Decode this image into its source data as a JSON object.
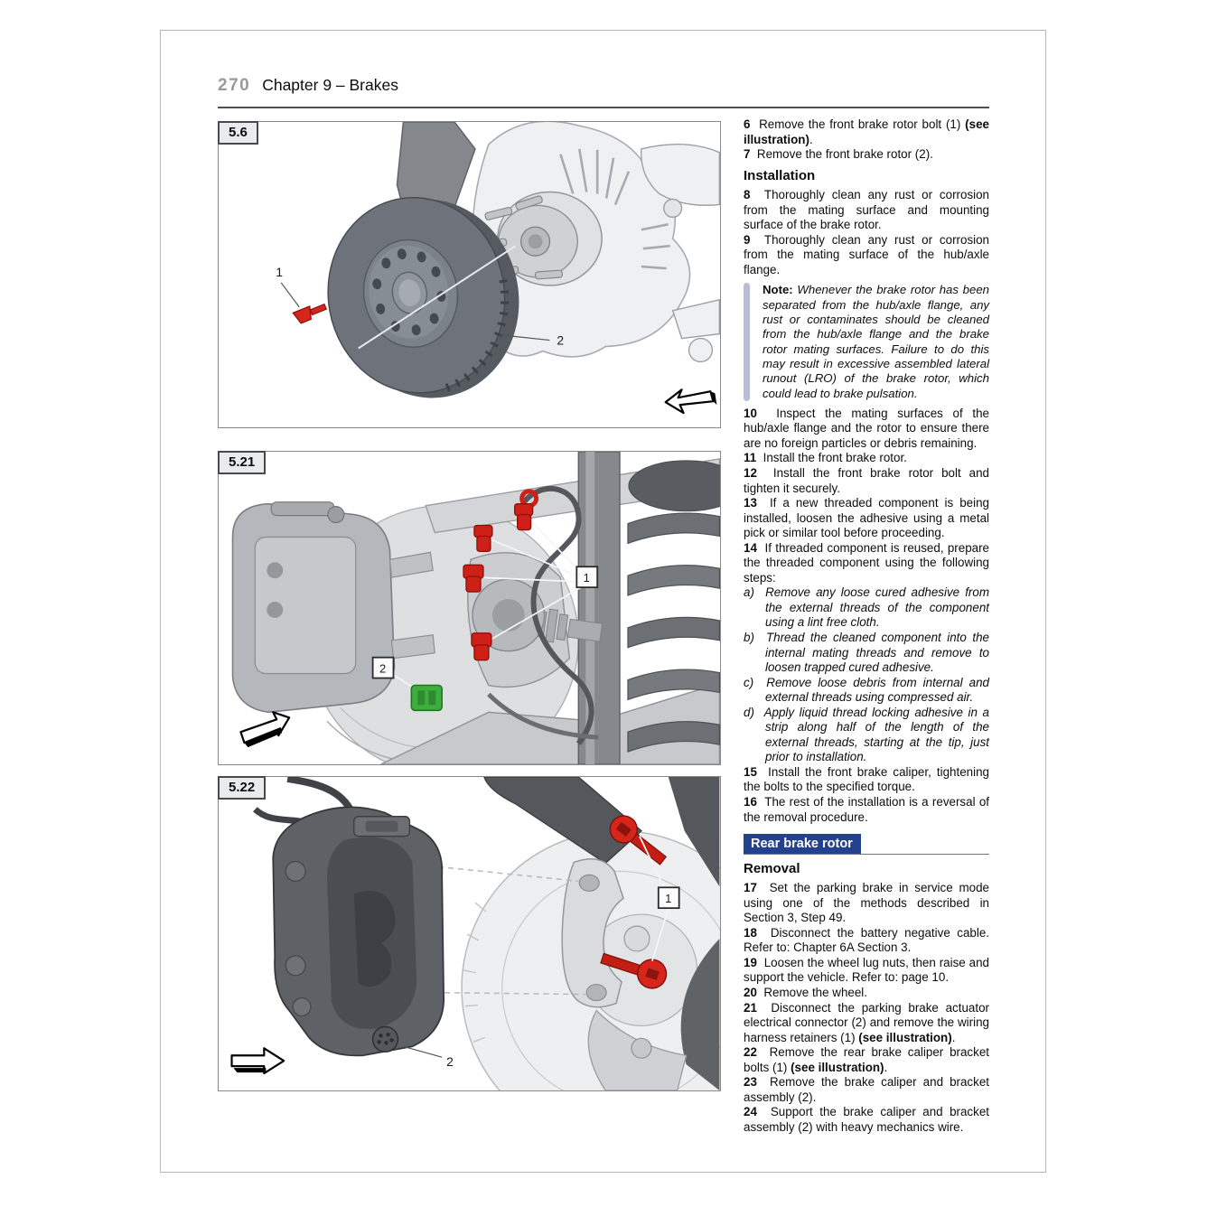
{
  "page": {
    "number": "270",
    "chapter_title": "Chapter 9 – Brakes"
  },
  "colors": {
    "section_bar_bg": "#24418e",
    "section_bar_text": "#ffffff",
    "note_bar": "#b9bcda",
    "page_number_gray": "#9a9a9a",
    "highlight_red": "#d6261b",
    "highlight_green": "#3fae3f"
  },
  "figures": [
    {
      "id": "5.6",
      "callouts": [
        "1",
        "2"
      ]
    },
    {
      "id": "5.21",
      "callouts": [
        "1",
        "2"
      ]
    },
    {
      "id": "5.22",
      "callouts": [
        "1",
        "2"
      ]
    }
  ],
  "column": {
    "blocks": [
      {
        "type": "step",
        "num": "6",
        "text": "Remove the front brake rotor bolt (1) **(see illustration)**."
      },
      {
        "type": "step",
        "num": "7",
        "text": "Remove the front brake rotor (2)."
      },
      {
        "type": "heading",
        "text": "Installation"
      },
      {
        "type": "step",
        "num": "8",
        "text": "Thoroughly clean any rust or corrosion from the mating surface and mounting surface of the brake rotor."
      },
      {
        "type": "step",
        "num": "9",
        "text": "Thoroughly clean any rust or corrosion from the mating surface of the hub/axle flange."
      },
      {
        "type": "note",
        "label": "Note:",
        "text": "Whenever the brake rotor has been separated from the hub/axle flange, any rust or contaminates should be cleaned from the hub/axle flange and the brake rotor mating surfaces. Failure to do this may result in excessive assembled lateral runout (LRO) of the brake rotor, which could lead to brake pulsation."
      },
      {
        "type": "step",
        "num": "10",
        "text": "Inspect the mating surfaces of the hub/axle flange and the rotor to ensure there are no foreign particles or debris remaining."
      },
      {
        "type": "step",
        "num": "11",
        "text": "Install the front brake rotor."
      },
      {
        "type": "step",
        "num": "12",
        "text": "Install the front brake rotor bolt and tighten it securely."
      },
      {
        "type": "step",
        "num": "13",
        "text": "If a new threaded component is being installed, loosen the adhesive using a metal pick or similar tool before proceeding."
      },
      {
        "type": "step",
        "num": "14",
        "text": "If threaded component is reused, prepare the threaded component using the following steps:"
      },
      {
        "type": "substep",
        "letter": "a)",
        "text": "Remove any loose cured adhesive from the external threads of the component using a lint free cloth."
      },
      {
        "type": "substep",
        "letter": "b)",
        "text": "Thread the cleaned component into the internal mating threads and remove to loosen trapped cured adhesive."
      },
      {
        "type": "substep",
        "letter": "c)",
        "text": "Remove loose debris from internal and external threads using compressed air."
      },
      {
        "type": "substep",
        "letter": "d)",
        "text": "Apply liquid thread locking adhesive in a strip along half of the length of the external threads, starting at the tip, just prior to installation."
      },
      {
        "type": "step",
        "num": "15",
        "text": "Install the front brake caliper, tightening the bolts to the specified torque."
      },
      {
        "type": "step",
        "num": "16",
        "text": "The rest of the installation is a reversal of the removal procedure."
      },
      {
        "type": "section",
        "text": "Rear brake rotor"
      },
      {
        "type": "heading",
        "text": "Removal"
      },
      {
        "type": "step",
        "num": "17",
        "text": "Set the parking brake in service mode using one of the methods described in Section 3, Step 49."
      },
      {
        "type": "step",
        "num": "18",
        "text": "Disconnect the battery negative cable. Refer to: Chapter 6A Section 3."
      },
      {
        "type": "step",
        "num": "19",
        "text": "Loosen the wheel lug nuts, then raise and support the vehicle. Refer to: page 10."
      },
      {
        "type": "step",
        "num": "20",
        "text": "Remove the wheel."
      },
      {
        "type": "step",
        "num": "21",
        "text": "Disconnect the parking brake actuator electrical connector (2) and remove the wiring harness retainers (1) **(see illustration)**."
      },
      {
        "type": "step",
        "num": "22",
        "text": "Remove the rear brake caliper bracket bolts (1) **(see illustration)**."
      },
      {
        "type": "step",
        "num": "23",
        "text": "Remove the brake caliper and bracket assembly (2)."
      },
      {
        "type": "step",
        "num": "24",
        "text": "Support the brake caliper and bracket assembly (2) with heavy mechanics wire."
      }
    ]
  }
}
